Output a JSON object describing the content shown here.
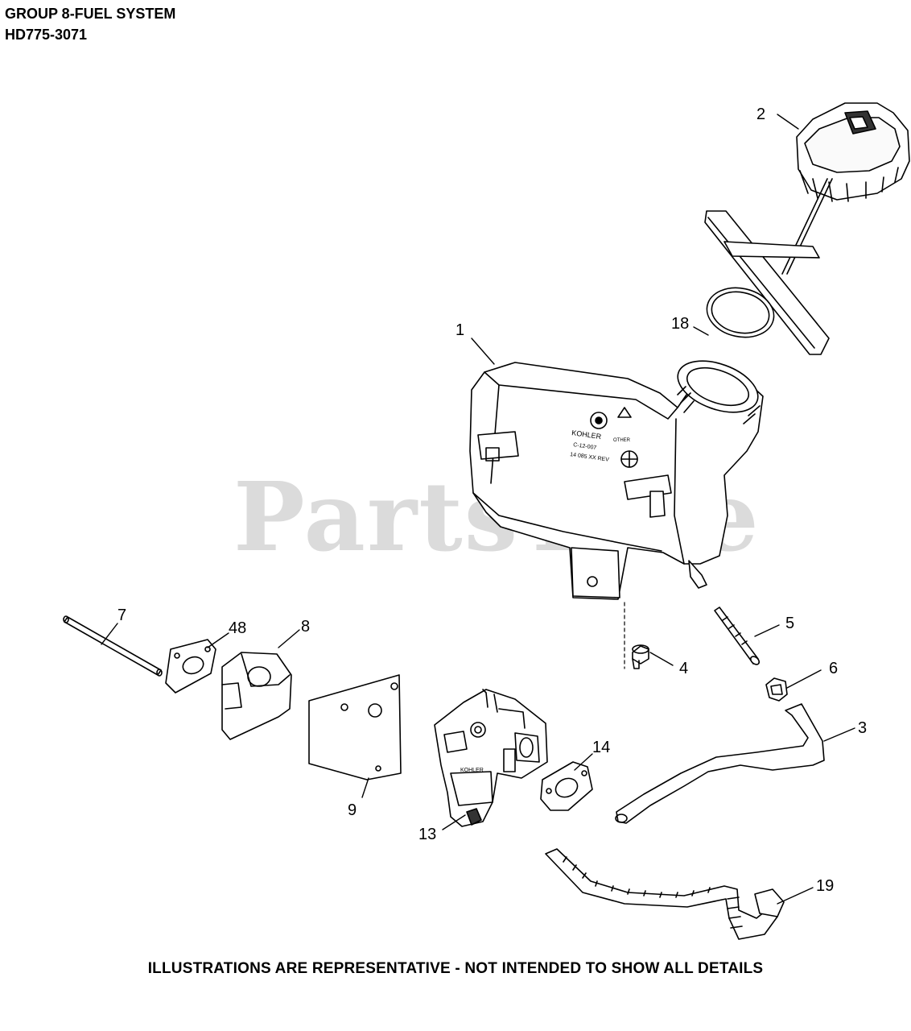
{
  "header": {
    "title_line1": "GROUP 8-FUEL SYSTEM",
    "title_line2": "HD775-3071"
  },
  "footer": {
    "disclaimer": "ILLUSTRATIONS ARE REPRESENTATIVE - NOT INTENDED TO SHOW ALL DETAILS"
  },
  "watermark": {
    "text": "PartsTree"
  },
  "callouts": {
    "c1": "1",
    "c2": "2",
    "c3": "3",
    "c4": "4",
    "c5": "5",
    "c6": "6",
    "c7": "7",
    "c8": "8",
    "c9": "9",
    "c13": "13",
    "c14": "14",
    "c18": "18",
    "c19": "19",
    "c48": "48"
  },
  "tank_markings": {
    "brand": "KOHLER",
    "code": "C-12-007",
    "part": "14 085 XX REV",
    "other": "OTHER"
  },
  "carb_marking": "KOHLER"
}
